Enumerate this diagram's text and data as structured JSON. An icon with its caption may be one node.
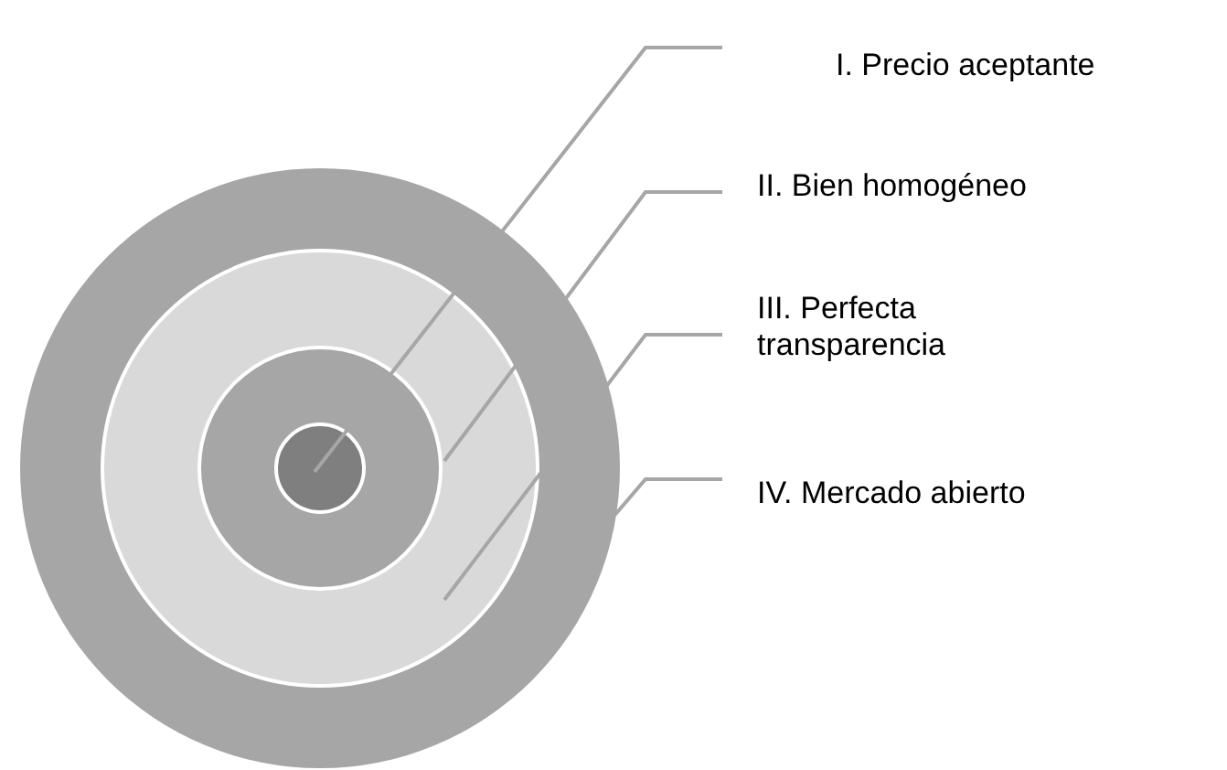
{
  "diagram": {
    "nodes": [
      {
        "text": [],
        "shape": "circle"
      },
      {
        "text": [],
        "shape": "circle",
        "in": 0
      },
      {
        "text": [],
        "shape": "circle",
        "in": 1
      },
      {
        "text": [],
        "shape": "circle",
        "in": 2
      },
      {
        "text": [
          "I. Precio aceptante"
        ]
      },
      {
        "text": [
          "II. Bien homogéneo"
        ]
      },
      {
        "text": [
          "III. Perfecta transparencia"
        ]
      },
      {
        "text": [
          "IV. Mercado abierto"
        ]
      }
    ],
    "edges": [
      {
        "from": 4,
        "to": 3,
        "arrow": "none"
      },
      {
        "from": 5,
        "to": 2,
        "arrow": "none"
      },
      {
        "from": 6,
        "to": 1,
        "arrow": "none"
      },
      {
        "from": 7,
        "to": 0,
        "arrow": "none"
      }
    ]
  }
}
